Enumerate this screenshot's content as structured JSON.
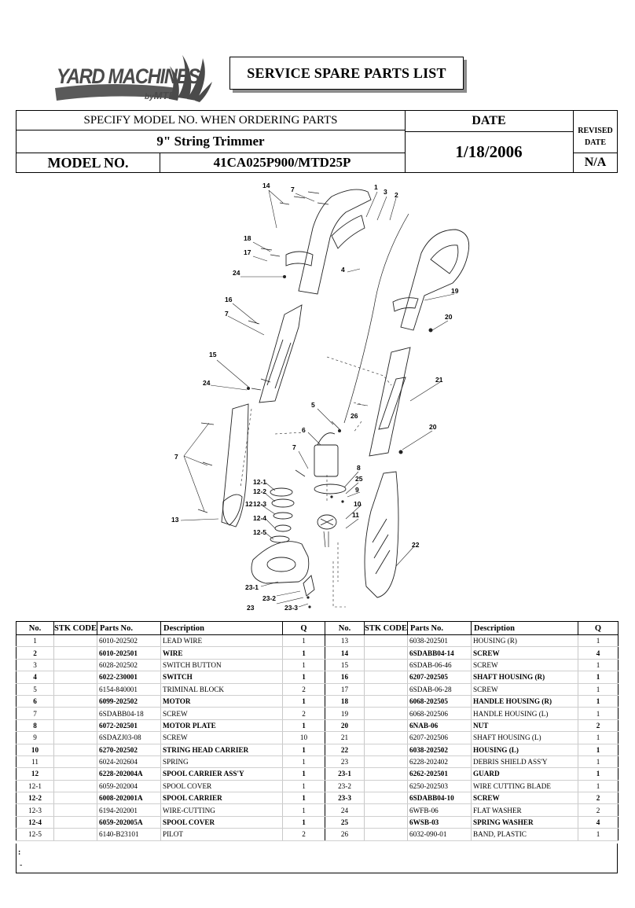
{
  "logo": {
    "word": "YARD MACHINES",
    "by": "by",
    "mtd": "MTD",
    "registered": "®"
  },
  "title": "SERVICE SPARE PARTS LIST",
  "header": {
    "specify": "SPECIFY MODEL NO. WHEN ORDERING PARTS",
    "product": "9\" String Trimmer",
    "model_label": "MODEL NO.",
    "model_value": "41CA025P900/MTD25P",
    "date_label": "DATE",
    "date_value": "1/18/2006",
    "revised_label_1": "REVISED",
    "revised_label_2": "DATE",
    "revised_value": "N/A"
  },
  "callouts": [
    "14",
    "7",
    "1",
    "3",
    "2",
    "18",
    "17",
    "24",
    "4",
    "19",
    "20",
    "16",
    "7",
    "15",
    "24",
    "21",
    "5",
    "26",
    "6",
    "20",
    "7",
    "8",
    "25",
    "9",
    "10",
    "11",
    "12-1",
    "12-2",
    "12",
    "12-3",
    "12-4",
    "12-5",
    "13",
    "7",
    "22",
    "23-1",
    "23-2",
    "23",
    "23-3"
  ],
  "columns": [
    "No.",
    "STK CODE",
    "Parts No.",
    "Description",
    "Q",
    "No.",
    "STK CODE",
    "Parts No.",
    "Description",
    "Q"
  ],
  "rows": [
    {
      "b": false,
      "l": [
        "1",
        "",
        "6010-202502",
        "LEAD WIRE",
        "1"
      ],
      "r": [
        "13",
        "",
        "6038-202501",
        "HOUSING (R)",
        "1"
      ]
    },
    {
      "b": true,
      "l": [
        "2",
        "",
        "6010-202501",
        "WIRE",
        "1"
      ],
      "r": [
        "14",
        "",
        "6SDABB04-14",
        "SCREW",
        "4"
      ]
    },
    {
      "b": false,
      "l": [
        "3",
        "",
        "6028-202502",
        "SWITCH BUTTON",
        "1"
      ],
      "r": [
        "15",
        "",
        "6SDAB-06-46",
        "SCREW",
        "1"
      ]
    },
    {
      "b": true,
      "l": [
        "4",
        "",
        "6022-230001",
        "SWITCH",
        "1"
      ],
      "r": [
        "16",
        "",
        "6207-202505",
        "SHAFT HOUSING (R)",
        "1"
      ]
    },
    {
      "b": false,
      "l": [
        "5",
        "",
        "6154-840001",
        "TRIMINAL BLOCK",
        "2"
      ],
      "r": [
        "17",
        "",
        "6SDAB-06-28",
        "SCREW",
        "1"
      ]
    },
    {
      "b": true,
      "l": [
        "6",
        "",
        "6099-202502",
        "MOTOR",
        "1"
      ],
      "r": [
        "18",
        "",
        "6068-202505",
        "HANDLE HOUSING (R)",
        "1"
      ]
    },
    {
      "b": false,
      "l": [
        "7",
        "",
        "6SDABB04-18",
        "SCREW",
        "2"
      ],
      "r": [
        "19",
        "",
        "6068-202506",
        "HANDLE HOUSING (L)",
        "1"
      ]
    },
    {
      "b": true,
      "l": [
        "8",
        "",
        "6072-202501",
        "MOTOR PLATE",
        "1"
      ],
      "r": [
        "20",
        "",
        "6NAB-06",
        "NUT",
        "2"
      ]
    },
    {
      "b": false,
      "l": [
        "9",
        "",
        "6SDAZJ03-08",
        "SCREW",
        "10"
      ],
      "r": [
        "21",
        "",
        "6207-202506",
        "SHAFT HOUSING (L)",
        "1"
      ]
    },
    {
      "b": true,
      "l": [
        "10",
        "",
        "6270-202502",
        "STRING HEAD CARRIER",
        "1"
      ],
      "r": [
        "22",
        "",
        "6038-202502",
        "HOUSING (L)",
        "1"
      ]
    },
    {
      "b": false,
      "l": [
        "11",
        "",
        "6024-202604",
        "SPRING",
        "1"
      ],
      "r": [
        "23",
        "",
        "6228-202402",
        "DEBRIS SHIELD ASS'Y",
        "1"
      ]
    },
    {
      "b": true,
      "l": [
        "12",
        "",
        "6228-202004A",
        "SPOOL CARRIER ASS'Y",
        "1"
      ],
      "r": [
        "23-1",
        "",
        "6262-202501",
        "GUARD",
        "1"
      ]
    },
    {
      "b": false,
      "l": [
        "12-1",
        "",
        "6059-202004",
        "SPOOL COVER",
        "1"
      ],
      "r": [
        "23-2",
        "",
        "6250-202503",
        "WIRE CUTTING BLADE",
        "1"
      ]
    },
    {
      "b": true,
      "l": [
        "12-2",
        "",
        "6008-202001A",
        "SPOOL CARRIER",
        "1"
      ],
      "r": [
        "23-3",
        "",
        "6SDABB04-10",
        "SCREW",
        "2"
      ]
    },
    {
      "b": false,
      "l": [
        "12-3",
        "",
        "6194-202001",
        "WIRE-CUTTING",
        "1"
      ],
      "r": [
        "24",
        "",
        "6WFB-06",
        "FLAT WASHER",
        "2"
      ]
    },
    {
      "b": true,
      "l": [
        "12-4",
        "",
        "6059-202005A",
        "SPOOL COVER",
        "1"
      ],
      "r": [
        "25",
        "",
        "6WSB-03",
        "SPRING WASHER",
        "4"
      ]
    },
    {
      "b": false,
      "l": [
        "12-5",
        "",
        "6140-B23101",
        "PILOT",
        "2"
      ],
      "r": [
        "26",
        "",
        "6032-090-01",
        "BAND, PLASTIC",
        "1"
      ]
    }
  ],
  "footer": {
    "mark1": ":",
    "mark2": "-"
  }
}
